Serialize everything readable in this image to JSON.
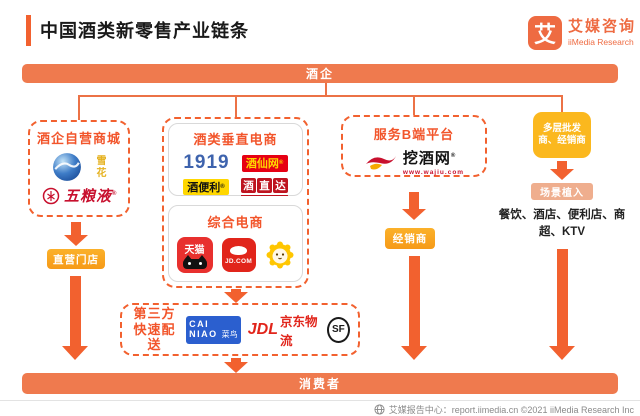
{
  "colors": {
    "accent_orange": "#F2612F",
    "bar_orange": "#EF7A4E",
    "button_amber": "#F9A01B",
    "wholesale_gold": "#FBB81E",
    "scene_salmon": "#EFAE8E",
    "brand_orange": "#EE6B42"
  },
  "header": {
    "title": "中国酒类新零售产业链条"
  },
  "brand": {
    "mark": "艾",
    "name_cn": "艾媒咨询",
    "name_en": "iiMedia Research"
  },
  "chain": {
    "producer": "酒企",
    "consumer": "消费者",
    "reg": "®",
    "col1": {
      "title": "酒企自营商城",
      "snow": "雪花",
      "wuliangye": "五粮液",
      "outlet": "直营门店"
    },
    "col2": {
      "vertical_title": "酒类垂直电商",
      "n1919": "1919",
      "jiuxianwang": "酒仙网",
      "jiubianli": "酒便利",
      "jiuzhida": [
        "酒",
        "直",
        "达"
      ],
      "general_title": "综合电商",
      "tmall": "天猫",
      "jd": "JD.COM",
      "delivery_line1": "第三方",
      "delivery_line2": "快速配送",
      "cainiao_l1": "CAI",
      "cainiao_l2": "NIAO",
      "cainiao_cn": "菜鸟",
      "jdl": "JDL",
      "jdl_cn": "京东物流",
      "sf": "SF"
    },
    "col3": {
      "title": "服务B端平台",
      "wajiu": "挖酒网",
      "wajiu_url": "www.wajiu.com",
      "dealer": "经销商"
    },
    "col4": {
      "wholesaler": "多层批发商、经销商",
      "scene": "场景植入",
      "channels": "餐饮、酒店、便利店、商超、KTV"
    }
  },
  "footer": {
    "text": "艾媒报告中心：report.iimedia.cn  ©2021  iiMedia Research Inc"
  }
}
